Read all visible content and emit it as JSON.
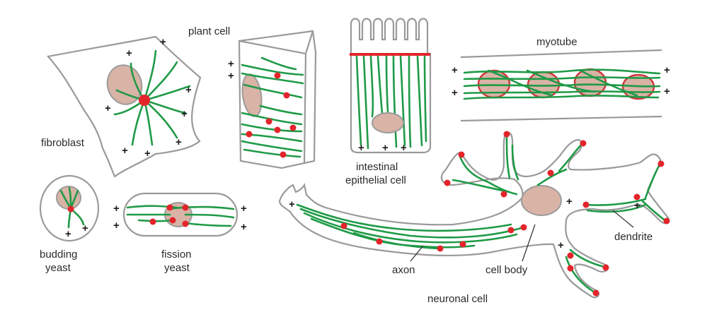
{
  "labels": {
    "fibroblast": "fibroblast",
    "plant_cell": "plant cell",
    "intestinal": "intestinal",
    "epithelial_cell": "epithelial cell",
    "myotube": "myotube",
    "budding_1": "budding",
    "budding_2": "yeast",
    "fission_1": "fission",
    "fission_2": "yeast",
    "axon": "axon",
    "cell_body": "cell body",
    "dendrite": "dendrite",
    "neuronal_cell": "neuronal cell"
  },
  "symbols": {
    "plus": "+"
  },
  "colors": {
    "microtubule": "#1f9a46",
    "mtoc": "#e3242b",
    "nucleus": "#d8b3a6",
    "outline": "#9a9a9a"
  }
}
